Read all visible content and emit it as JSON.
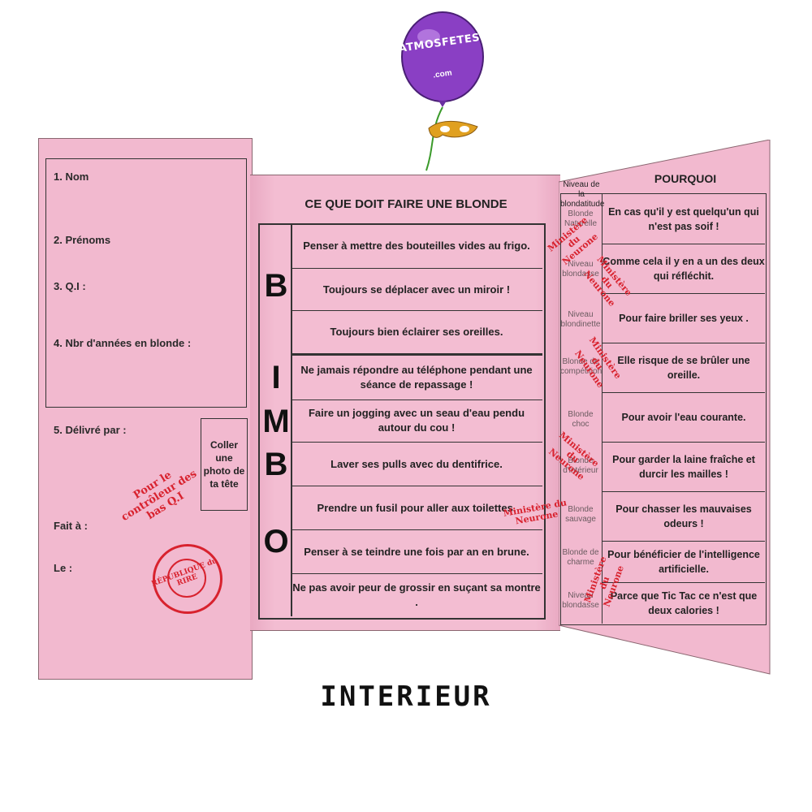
{
  "logo": {
    "name": "ATMOSFETES",
    "suffix": ".com"
  },
  "left": {
    "fields": [
      "1. Nom",
      "2. Prénoms",
      "3. Q.I :",
      "4. Nbr d'années en blonde :"
    ],
    "delivered": "5. Délivré par :",
    "fait": "Fait à :",
    "le": "Le :",
    "photo": "Coller une photo de ta tête",
    "stamp_ctrl": "Pour le contrôleur des bas Q.I",
    "stamp_circle": "RÉPUBLIQUE du RIRE"
  },
  "middle": {
    "title": "CE QUE DOIT FAIRE UNE BLONDE",
    "letters": [
      "B",
      "I",
      "M",
      "B",
      "O"
    ],
    "rows": [
      "Penser à mettre des bouteilles vides au frigo.",
      "Toujours se déplacer avec un miroir !",
      "Toujours bien éclairer ses oreilles.",
      "Ne jamais répondre au téléphone pendant une séance de repassage !",
      "Faire un jogging avec un seau d'eau pendu autour du cou !",
      "Laver ses pulls avec du dentifrice.",
      "Prendre un fusil pour aller aux toilettes.",
      "Penser à se teindre une fois par an en brune.",
      "Ne pas avoir peur de grossir en suçant sa montre ."
    ]
  },
  "right": {
    "head_level": "Niveau de la blondatitude",
    "head_why": "POURQUOI",
    "levels": [
      "Blonde Naturelle",
      "Niveau blondasse",
      "Niveau blondinette",
      "Blonde de compétition",
      "Blonde choc",
      "Blonde d'intérieur",
      "Blonde sauvage",
      "Blonde de charme",
      "Niveau blondasse"
    ],
    "reasons": [
      "En cas qu'il y est quelqu'un qui n'est pas soif !",
      "Comme cela il y en a un des deux qui réfléchit.",
      "Pour faire briller ses yeux .",
      "Elle risque de se brûler une oreille.",
      "Pour avoir l'eau courante.",
      "Pour garder la laine fraîche et durcir les mailles !",
      "Pour chasser les mauvaises odeurs !",
      "Pour bénéficier de l'intelligence artificielle.",
      "Parce que Tic Tac ce n'est que deux calories !"
    ],
    "stamp": "Ministère du Neurone"
  },
  "footer": "INTERIEUR",
  "colors": {
    "card": "#f2b9cf",
    "stamp": "#d8222e",
    "balloon": "#8a3fc4"
  }
}
